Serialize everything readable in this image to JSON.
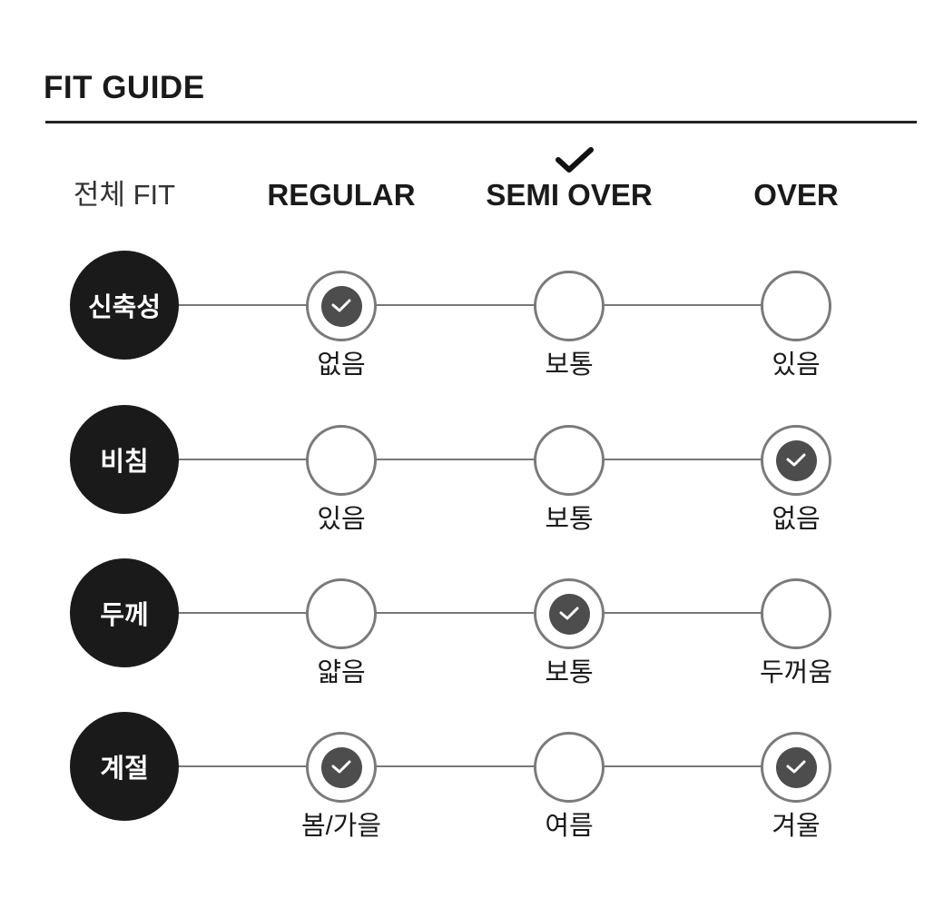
{
  "title": "FIT GUIDE",
  "header": {
    "overall_label": "전체 FIT",
    "columns": [
      "REGULAR",
      "SEMI OVER",
      "OVER"
    ],
    "selected_fit_index": 1
  },
  "rows": [
    {
      "label": "신축성",
      "options": [
        {
          "label": "없음",
          "checked": true
        },
        {
          "label": "보통",
          "checked": false
        },
        {
          "label": "있음",
          "checked": false
        }
      ]
    },
    {
      "label": "비침",
      "options": [
        {
          "label": "있음",
          "checked": false
        },
        {
          "label": "보통",
          "checked": false
        },
        {
          "label": "없음",
          "checked": true
        }
      ]
    },
    {
      "label": "두께",
      "options": [
        {
          "label": "얇음",
          "checked": false
        },
        {
          "label": "보통",
          "checked": true
        },
        {
          "label": "두꺼움",
          "checked": false
        }
      ]
    },
    {
      "label": "계절",
      "options": [
        {
          "label": "봄/가을",
          "checked": true
        },
        {
          "label": "여름",
          "checked": false
        },
        {
          "label": "겨울",
          "checked": true
        }
      ]
    }
  ],
  "colors": {
    "dark": "#1a1a1a",
    "circle_border": "#7a7a7a",
    "selected_fill": "#4d4d4d",
    "line": "#777777"
  },
  "icons": {
    "selected_fit": "check-icon",
    "selected_option": "check-icon"
  }
}
